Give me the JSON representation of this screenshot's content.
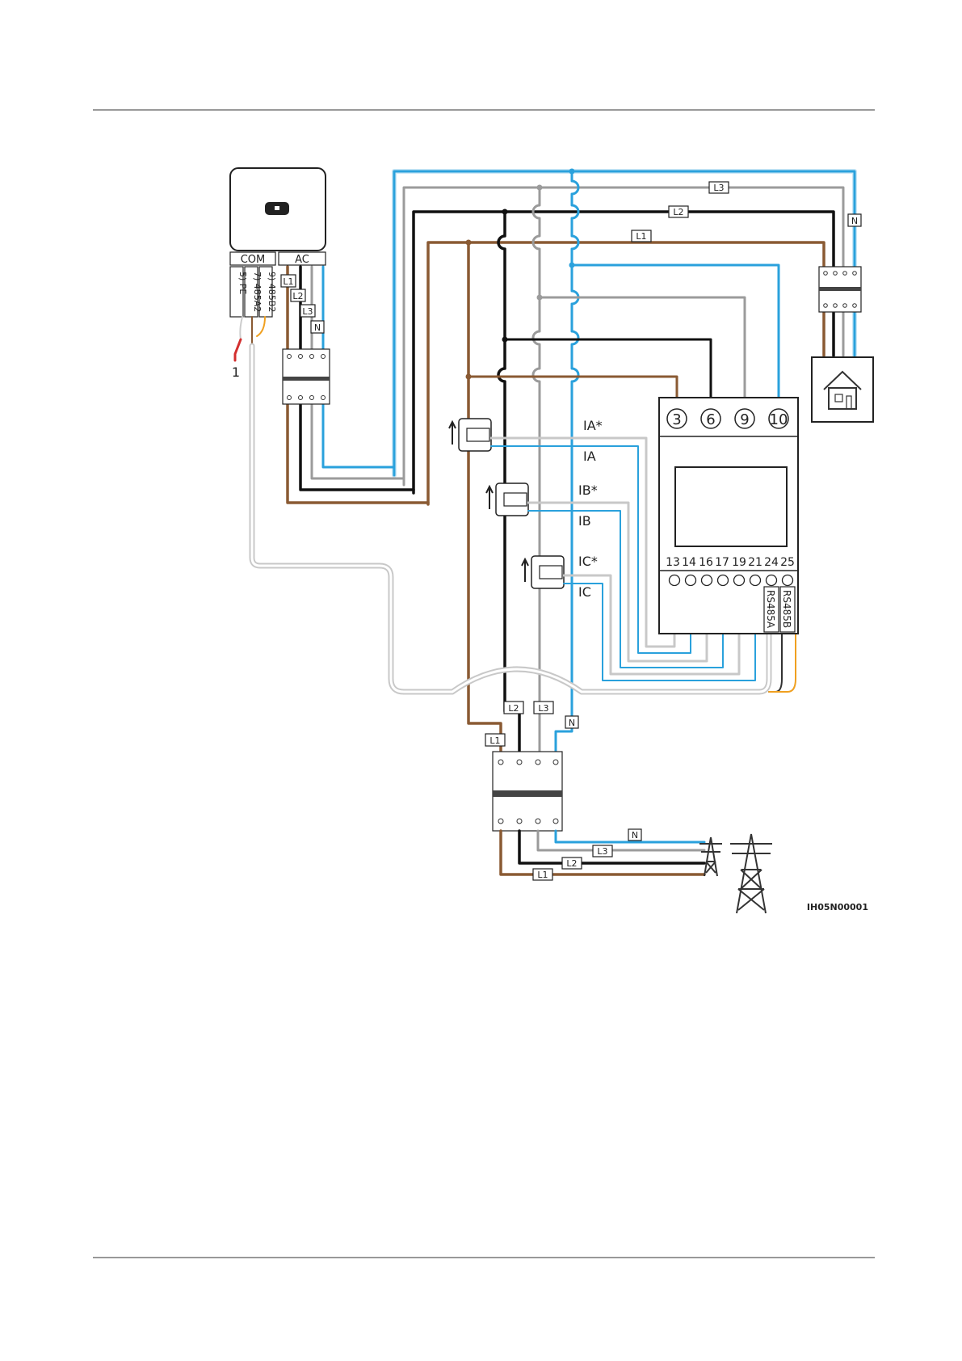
{
  "colors": {
    "L1": "#8a5a33",
    "L2": "#111111",
    "L3": "#9b9b9b",
    "N": "#2aa1dc",
    "orange": "#f0a020",
    "grey_cable": "#c8c8c8",
    "red": "#d32f2f"
  },
  "labels": {
    "L1": "L1",
    "L2": "L2",
    "L3": "L3",
    "N": "N"
  },
  "inverter": {
    "com": "COM",
    "ac": "AC",
    "pins": [
      "5) PE",
      "7) 485A2",
      "9) 485B2"
    ],
    "callout": "1"
  },
  "meter": {
    "top_terminals": [
      "3",
      "6",
      "9",
      "10"
    ],
    "bottom_terminals": [
      "13",
      "14",
      "16",
      "17",
      "19",
      "21",
      "24",
      "25"
    ],
    "rs485a": "RS485A",
    "rs485b": "RS485B"
  },
  "ct": {
    "IA_star": "IA*",
    "IA": "IA",
    "IB_star": "IB*",
    "IB": "IB",
    "IC_star": "IC*",
    "IC": "IC"
  },
  "icons": [
    "inverter-icon",
    "breaker-icon",
    "house-icon",
    "pylon-icon",
    "ct-icon"
  ],
  "figure_id": "IH05N00001"
}
